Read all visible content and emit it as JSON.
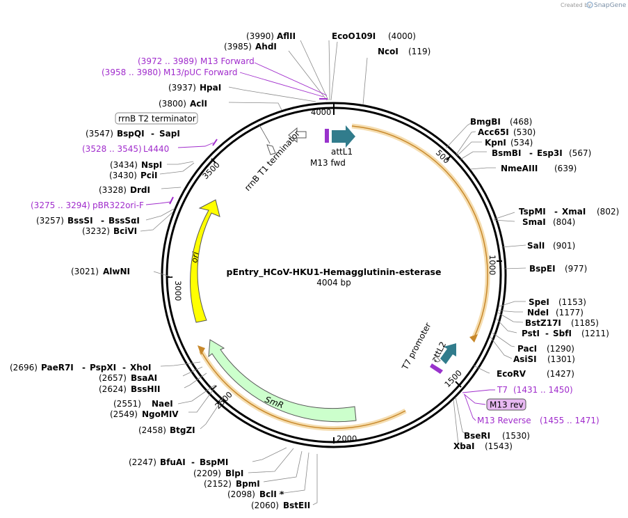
{
  "credit": "Created by",
  "brand": "SnapGene",
  "plasmid": {
    "name": "pEntry_HCoV-HKU1-Hemagglutinin-esterase",
    "size": "4004 bp"
  },
  "ticks": [
    "4000",
    "500",
    "1000",
    "1500",
    "2000",
    "2500",
    "3000",
    "3500"
  ],
  "sites": {
    "eco": {
      "name": "EcoO109I",
      "pos": "(4000)"
    },
    "nco": {
      "name": "NcoI",
      "pos": "(119)"
    },
    "afl": {
      "name": "AflII",
      "pos": "(3990)"
    },
    "ahd": {
      "name": "AhdI",
      "pos": "(3985)"
    },
    "hpa": {
      "name": "HpaI",
      "pos": "(3937)"
    },
    "acl": {
      "name": "AclI",
      "pos": "(3800)"
    },
    "bspqi": {
      "name": "BspQI",
      "pos": "(3547)"
    },
    "sapi": {
      "name": "SapI"
    },
    "nsp": {
      "name": "NspI",
      "pos": "(3434)"
    },
    "pcl": {
      "name": "PciI",
      "pos": "(3430)"
    },
    "drd": {
      "name": "DrdI",
      "pos": "(3328)"
    },
    "bsssi": {
      "name": "BssSI",
      "pos": "(3257)"
    },
    "bsssa": {
      "name": "BssSαI"
    },
    "bcivi": {
      "name": "BciVI",
      "pos": "(3232)"
    },
    "alwni": {
      "name": "AlwNI",
      "pos": "(3021)"
    },
    "paer": {
      "name": "PaeR7I",
      "pos": "(2696)"
    },
    "pspxi": {
      "name": "PspXI"
    },
    "xhoi": {
      "name": "XhoI"
    },
    "bsaai": {
      "name": "BsaAI",
      "pos": "(2657)"
    },
    "bsshii": {
      "name": "BssHII",
      "pos": "(2624)"
    },
    "naei": {
      "name": "NaeI",
      "pos": "(2551)"
    },
    "ngomiv": {
      "name": "NgoMIV",
      "pos": "(2549)"
    },
    "btgzi": {
      "name": "BtgZI",
      "pos": "(2458)"
    },
    "bfuai": {
      "name": "BfuAI",
      "pos": "(2247)"
    },
    "bspmi": {
      "name": "BspMI"
    },
    "blpi": {
      "name": "BlpI",
      "pos": "(2209)"
    },
    "bpmi": {
      "name": "BpmI",
      "pos": "(2152)"
    },
    "bcli": {
      "name": "BclI *",
      "pos": "(2098)"
    },
    "bsteii": {
      "name": "BstEII",
      "pos": "(2060)"
    },
    "bmgbi": {
      "name": "BmgBI",
      "pos": "(468)"
    },
    "acc65i": {
      "name": "Acc65I",
      "pos": "(530)"
    },
    "kpni": {
      "name": "KpnI",
      "pos": "(534)"
    },
    "bsmbi": {
      "name": "BsmBI",
      "pos": "(567)"
    },
    "esp3i": {
      "name": "Esp3I"
    },
    "nmeaiii": {
      "name": "NmeAIII",
      "pos": "(639)"
    },
    "tspmi": {
      "name": "TspMI",
      "pos": "(802)"
    },
    "xmai": {
      "name": "XmaI"
    },
    "smai": {
      "name": "SmaI",
      "pos": "(804)"
    },
    "sali": {
      "name": "SalI",
      "pos": "(901)"
    },
    "bspei": {
      "name": "BspEI",
      "pos": "(977)"
    },
    "spei": {
      "name": "SpeI",
      "pos": "(1153)"
    },
    "ndei": {
      "name": "NdeI",
      "pos": "(1177)"
    },
    "bstz17i": {
      "name": "BstZ17I",
      "pos": "(1185)"
    },
    "psti": {
      "name": "PstI",
      "pos": "(1211)"
    },
    "sbfi": {
      "name": "SbfI"
    },
    "paci": {
      "name": "PacI",
      "pos": "(1290)"
    },
    "asisi": {
      "name": "AsiSI",
      "pos": "(1301)"
    },
    "ecorv": {
      "name": "EcoRV",
      "pos": "(1427)"
    },
    "bseri": {
      "name": "BseRI",
      "pos": "(1530)"
    },
    "xbai": {
      "name": "XbaI",
      "pos": "(1543)"
    }
  },
  "primers": {
    "m13fwd1": {
      "range": "(3972 .. 3989)",
      "name": "M13 Forward"
    },
    "m13puc": {
      "range": "(3958 .. 3980)",
      "name": "M13/pUC Forward"
    },
    "l4440": {
      "range": "(3528 .. 3545)",
      "name": "L4440"
    },
    "pbr322": {
      "range": "(3275 .. 3294)",
      "name": "pBR322ori-F"
    },
    "t7": {
      "name": "T7",
      "range": "(1431 .. 1450)"
    },
    "m13rev": {
      "name": "M13 rev"
    },
    "m13reverse": {
      "name": "M13 Reverse",
      "range": "(1455 .. 1471)"
    }
  },
  "features": {
    "rrnb_t2": "rrnB T2 terminator",
    "rrnb_t1": "rrnB T1 terminator",
    "attl1": "attL1",
    "m13fwd": "M13 fwd",
    "ori": "ori",
    "smr": "SmR",
    "t7prom": "T7 promoter",
    "attl2": "attL2"
  },
  "colors": {
    "ring": "#000000",
    "orf_highlight": "#f5ddb0",
    "orf_line": "#c8882a",
    "ori": "#ffff00",
    "smr": "#ccffcc",
    "att": "#317c8c",
    "primer": "#9933cc",
    "primer_text": "#a02ccc",
    "m13rev_box": "#e8b9f2"
  }
}
